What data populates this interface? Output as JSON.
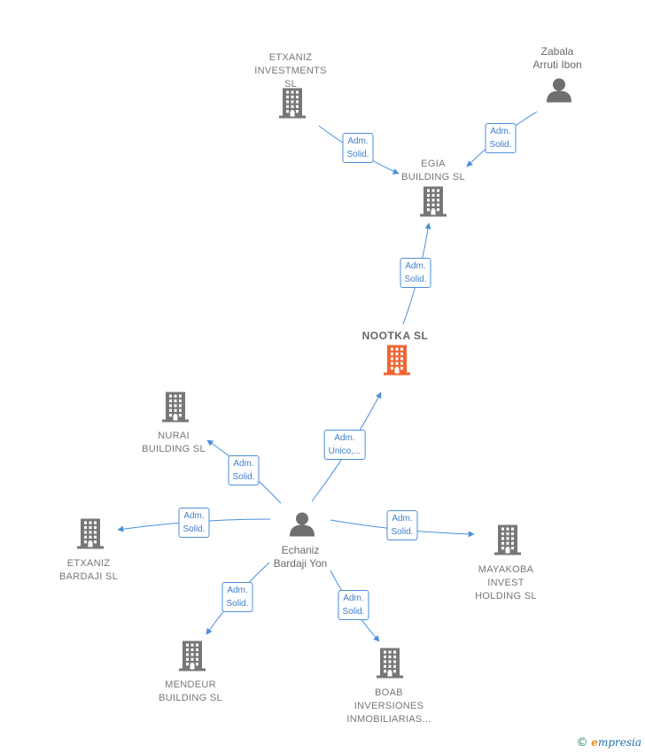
{
  "colors": {
    "company": "#777777",
    "focus": "#f26532",
    "person": "#6f6f6f",
    "edge": "#4a8fd9"
  },
  "nodes": [
    {
      "id": "etxaniz_investments",
      "type": "company",
      "label": "ETXANIZ\nINVESTMENTS\nSL"
    },
    {
      "id": "zabala",
      "type": "person",
      "label": "Zabala\nArruti Ibon"
    },
    {
      "id": "egia",
      "type": "company",
      "label": "EGIA\nBUILDING SL"
    },
    {
      "id": "nootka",
      "type": "focus",
      "label": "NOOTKA SL"
    },
    {
      "id": "nurai",
      "type": "company",
      "label": "NURAI\nBUILDING SL"
    },
    {
      "id": "echaniz",
      "type": "person",
      "label": "Echaniz\nBardaji Yon"
    },
    {
      "id": "etxaniz_bardaji",
      "type": "company",
      "label": "ETXANIZ\nBARDAJI SL"
    },
    {
      "id": "mayakoba",
      "type": "company",
      "label": "MAYAKOBA\nINVEST\nHOLDING SL"
    },
    {
      "id": "mendeur",
      "type": "company",
      "label": "MENDEUR\nBUILDING SL"
    },
    {
      "id": "boab",
      "type": "company",
      "label": "BOAB\nINVERSIONES\nINMOBILIARIAS..."
    }
  ],
  "edges": [
    {
      "from": "etxaniz_investments",
      "to": "egia",
      "label": "Adm.\nSolid."
    },
    {
      "from": "zabala",
      "to": "egia",
      "label": "Adm.\nSolid."
    },
    {
      "from": "nootka",
      "to": "egia",
      "label": "Adm.\nSolid."
    },
    {
      "from": "echaniz",
      "to": "nootka",
      "label": "Adm.\nUnico,..."
    },
    {
      "from": "echaniz",
      "to": "nurai",
      "label": "Adm.\nSolid."
    },
    {
      "from": "echaniz",
      "to": "etxaniz_bardaji",
      "label": "Adm.\nSolid."
    },
    {
      "from": "echaniz",
      "to": "mayakoba",
      "label": "Adm.\nSolid."
    },
    {
      "from": "echaniz",
      "to": "mendeur",
      "label": "Adm.\nSolid."
    },
    {
      "from": "echaniz",
      "to": "boab",
      "label": "Adm.\nSolid."
    }
  ],
  "watermark": {
    "copyright": "©",
    "brand_initial": "e",
    "brand_rest": "mpresia"
  }
}
